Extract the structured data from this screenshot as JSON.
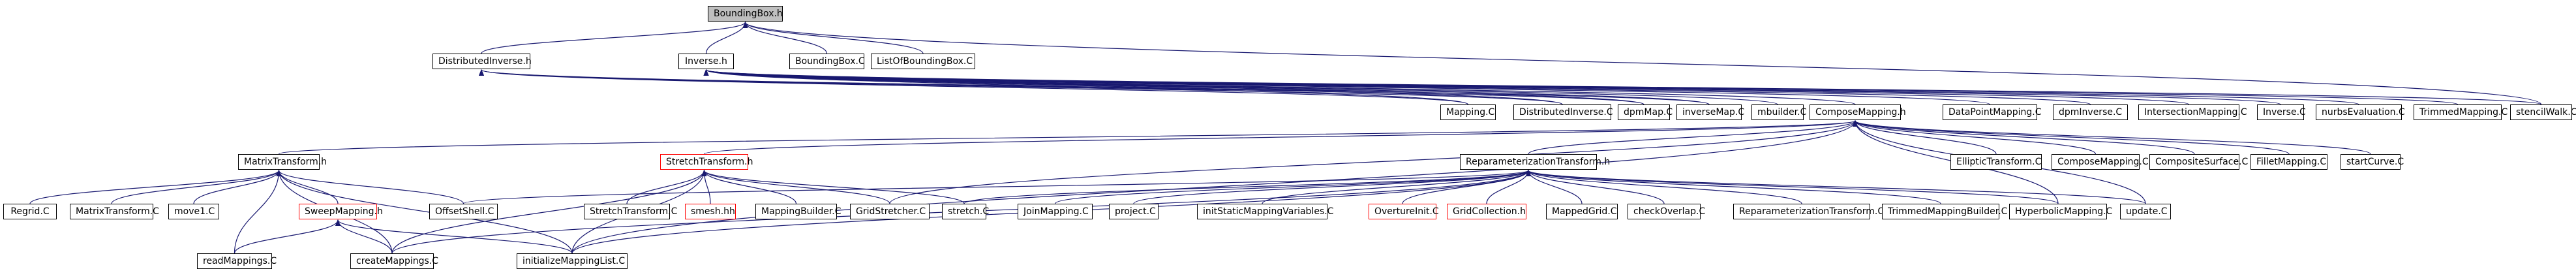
{
  "colors": {
    "edge": "#191970",
    "node_border": "#000000",
    "missing_border": "#ff0000",
    "root_fill": "#bfbfbf",
    "background": "#ffffff"
  },
  "nodes": [
    {
      "id": "BoundingBox_h",
      "label": "BoundingBox.h",
      "root": true
    },
    {
      "id": "DistributedInverse_h",
      "label": "DistributedInverse.h"
    },
    {
      "id": "Inverse_h",
      "label": "Inverse.h"
    },
    {
      "id": "BoundingBox_C",
      "label": "BoundingBox.C"
    },
    {
      "id": "ListOfBoundingBox_C",
      "label": "ListOfBoundingBox.C"
    },
    {
      "id": "Mapping_C",
      "label": "Mapping.C"
    },
    {
      "id": "DistributedInverse_C",
      "label": "DistributedInverse.C"
    },
    {
      "id": "dpmMap_C",
      "label": "dpmMap.C"
    },
    {
      "id": "inverseMap_C",
      "label": "inverseMap.C"
    },
    {
      "id": "mbuilder_C",
      "label": "mbuilder.C"
    },
    {
      "id": "ComposeMapping_h",
      "label": "ComposeMapping.h"
    },
    {
      "id": "DataPointMapping_C",
      "label": "DataPointMapping.C"
    },
    {
      "id": "dpmInverse_C",
      "label": "dpmInverse.C"
    },
    {
      "id": "IntersectionMapping_C",
      "label": "IntersectionMapping.C"
    },
    {
      "id": "Inverse_C",
      "label": "Inverse.C"
    },
    {
      "id": "nurbsEvaluation_C",
      "label": "nurbsEvaluation.C"
    },
    {
      "id": "TrimmedMapping_C",
      "label": "TrimmedMapping.C"
    },
    {
      "id": "stencilWalk_C",
      "label": "stencilWalk.C"
    },
    {
      "id": "MatrixTransform_h",
      "label": "MatrixTransform.h"
    },
    {
      "id": "StretchTransform_h",
      "label": "StretchTransform.h",
      "missing": true
    },
    {
      "id": "ReparameterizationTransform_h",
      "label": "ReparameterizationTransform.h"
    },
    {
      "id": "EllipticTransform_C",
      "label": "EllipticTransform.C"
    },
    {
      "id": "ComposeMapping_C",
      "label": "ComposeMapping.C"
    },
    {
      "id": "CompositeSurface_C",
      "label": "CompositeSurface.C"
    },
    {
      "id": "FilletMapping_C",
      "label": "FilletMapping.C"
    },
    {
      "id": "startCurve_C",
      "label": "startCurve.C"
    },
    {
      "id": "Regrid_C",
      "label": "Regrid.C"
    },
    {
      "id": "MatrixTransform_C",
      "label": "MatrixTransform.C"
    },
    {
      "id": "move1_C",
      "label": "move1.C"
    },
    {
      "id": "SweepMapping_h",
      "label": "SweepMapping.h",
      "missing": true
    },
    {
      "id": "OffsetShell_C",
      "label": "OffsetShell.C"
    },
    {
      "id": "StretchTransform_C",
      "label": "StretchTransform.C"
    },
    {
      "id": "smesh_hh",
      "label": "smesh.hh",
      "missing": true
    },
    {
      "id": "MappingBuilder_C",
      "label": "MappingBuilder.C"
    },
    {
      "id": "GridStretcher_C",
      "label": "GridStretcher.C"
    },
    {
      "id": "stretch_C",
      "label": "stretch.C"
    },
    {
      "id": "JoinMapping_C",
      "label": "JoinMapping.C"
    },
    {
      "id": "project_C",
      "label": "project.C"
    },
    {
      "id": "initStaticMappingVariables_C",
      "label": "initStaticMappingVariables.C"
    },
    {
      "id": "OvertureInit_C",
      "label": "OvertureInit.C",
      "missing": true
    },
    {
      "id": "GridCollection_h",
      "label": "GridCollection.h",
      "missing": true
    },
    {
      "id": "MappedGrid_C",
      "label": "MappedGrid.C"
    },
    {
      "id": "checkOverlap_C",
      "label": "checkOverlap.C"
    },
    {
      "id": "ReparameterizationTransform_C",
      "label": "ReparameterizationTransform.C"
    },
    {
      "id": "TrimmedMappingBuilder_C",
      "label": "TrimmedMappingBuilder.C"
    },
    {
      "id": "HyperbolicMapping_C",
      "label": "HyperbolicMapping.C"
    },
    {
      "id": "update_C",
      "label": "update.C"
    },
    {
      "id": "readMappings_C",
      "label": "readMappings.C"
    },
    {
      "id": "createMappings_C",
      "label": "createMappings.C"
    },
    {
      "id": "initializeMappingList_C",
      "label": "initializeMappingList.C"
    }
  ],
  "edges": [
    [
      "DistributedInverse_h",
      "BoundingBox_h"
    ],
    [
      "Inverse_h",
      "BoundingBox_h"
    ],
    [
      "BoundingBox_C",
      "BoundingBox_h"
    ],
    [
      "ListOfBoundingBox_C",
      "BoundingBox_h"
    ],
    [
      "stencilWalk_C",
      "BoundingBox_h"
    ],
    [
      "Mapping_C",
      "DistributedInverse_h"
    ],
    [
      "DistributedInverse_C",
      "DistributedInverse_h"
    ],
    [
      "dpmMap_C",
      "DistributedInverse_h"
    ],
    [
      "inverseMap_C",
      "DistributedInverse_h"
    ],
    [
      "Mapping_C",
      "Inverse_h"
    ],
    [
      "DistributedInverse_C",
      "Inverse_h"
    ],
    [
      "dpmMap_C",
      "Inverse_h"
    ],
    [
      "inverseMap_C",
      "Inverse_h"
    ],
    [
      "mbuilder_C",
      "Inverse_h"
    ],
    [
      "ComposeMapping_h",
      "Inverse_h"
    ],
    [
      "DataPointMapping_C",
      "Inverse_h"
    ],
    [
      "dpmInverse_C",
      "Inverse_h"
    ],
    [
      "IntersectionMapping_C",
      "Inverse_h"
    ],
    [
      "Inverse_C",
      "Inverse_h"
    ],
    [
      "nurbsEvaluation_C",
      "Inverse_h"
    ],
    [
      "TrimmedMapping_C",
      "Inverse_h"
    ],
    [
      "stencilWalk_C",
      "Inverse_h"
    ],
    [
      "MatrixTransform_h",
      "ComposeMapping_h"
    ],
    [
      "StretchTransform_h",
      "ComposeMapping_h"
    ],
    [
      "ReparameterizationTransform_h",
      "ComposeMapping_h"
    ],
    [
      "GridStretcher_C",
      "ComposeMapping_h"
    ],
    [
      "EllipticTransform_C",
      "ComposeMapping_h"
    ],
    [
      "ComposeMapping_C",
      "ComposeMapping_h"
    ],
    [
      "CompositeSurface_C",
      "ComposeMapping_h"
    ],
    [
      "FilletMapping_C",
      "ComposeMapping_h"
    ],
    [
      "startCurve_C",
      "ComposeMapping_h"
    ],
    [
      "HyperbolicMapping_C",
      "ComposeMapping_h"
    ],
    [
      "update_C",
      "ComposeMapping_h"
    ],
    [
      "initializeMappingList_C",
      "ComposeMapping_h"
    ],
    [
      "Regrid_C",
      "MatrixTransform_h"
    ],
    [
      "MatrixTransform_C",
      "MatrixTransform_h"
    ],
    [
      "move1_C",
      "MatrixTransform_h"
    ],
    [
      "SweepMapping_h",
      "MatrixTransform_h"
    ],
    [
      "OffsetShell_C",
      "MatrixTransform_h"
    ],
    [
      "readMappings_C",
      "MatrixTransform_h"
    ],
    [
      "createMappings_C",
      "MatrixTransform_h"
    ],
    [
      "initializeMappingList_C",
      "MatrixTransform_h"
    ],
    [
      "readMappings_C",
      "SweepMapping_h"
    ],
    [
      "createMappings_C",
      "SweepMapping_h"
    ],
    [
      "initializeMappingList_C",
      "SweepMapping_h"
    ],
    [
      "StretchTransform_C",
      "StretchTransform_h"
    ],
    [
      "smesh_hh",
      "StretchTransform_h"
    ],
    [
      "MappingBuilder_C",
      "StretchTransform_h"
    ],
    [
      "GridStretcher_C",
      "StretchTransform_h"
    ],
    [
      "stretch_C",
      "StretchTransform_h"
    ],
    [
      "createMappings_C",
      "StretchTransform_h"
    ],
    [
      "initializeMappingList_C",
      "StretchTransform_h"
    ],
    [
      "JoinMapping_C",
      "ReparameterizationTransform_h"
    ],
    [
      "project_C",
      "ReparameterizationTransform_h"
    ],
    [
      "initStaticMappingVariables_C",
      "ReparameterizationTransform_h"
    ],
    [
      "OvertureInit_C",
      "ReparameterizationTransform_h"
    ],
    [
      "GridCollection_h",
      "ReparameterizationTransform_h"
    ],
    [
      "MappedGrid_C",
      "ReparameterizationTransform_h"
    ],
    [
      "checkOverlap_C",
      "ReparameterizationTransform_h"
    ],
    [
      "ReparameterizationTransform_C",
      "ReparameterizationTransform_h"
    ],
    [
      "TrimmedMappingBuilder_C",
      "ReparameterizationTransform_h"
    ],
    [
      "HyperbolicMapping_C",
      "ReparameterizationTransform_h"
    ],
    [
      "update_C",
      "ReparameterizationTransform_h"
    ],
    [
      "createMappings_C",
      "ReparameterizationTransform_h"
    ],
    [
      "initializeMappingList_C",
      "ReparameterizationTransform_h"
    ],
    [
      "OffsetShell_C",
      "ReparameterizationTransform_h"
    ],
    [
      "stretch_C",
      "ReparameterizationTransform_h"
    ]
  ]
}
